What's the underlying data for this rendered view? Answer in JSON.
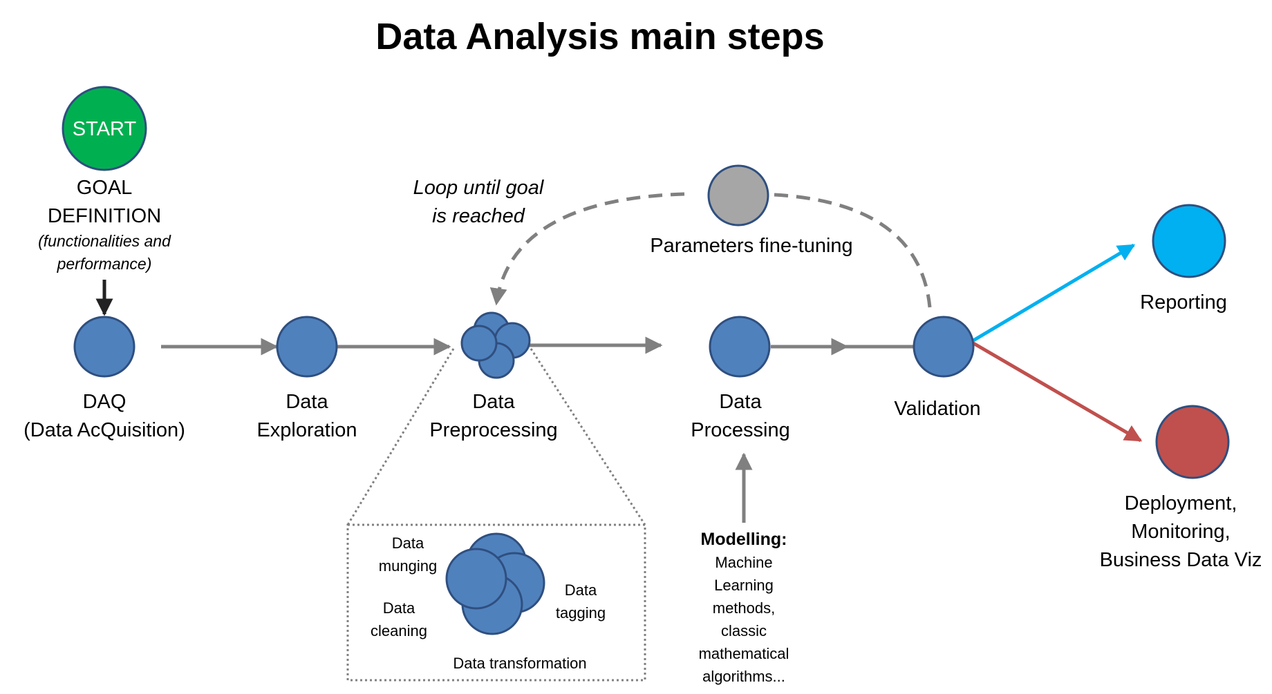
{
  "title": "Data Analysis main steps",
  "start": {
    "label": "START",
    "color": "#00B050"
  },
  "goal": {
    "line1": "GOAL",
    "line2": "DEFINITION",
    "sub1": "(functionalities and",
    "sub2": "performance)"
  },
  "steps": [
    {
      "line1": "DAQ",
      "line2": "(Data AcQuisition)"
    },
    {
      "line1": "Data",
      "line2": "Exploration"
    },
    {
      "line1": "Data",
      "line2": "Preprocessing"
    },
    {
      "line1": "Data",
      "line2": "Processing"
    },
    {
      "line1": "Validation"
    }
  ],
  "loop": {
    "line1": "Loop until goal",
    "line2": "is reached",
    "node_label": "Parameters fine-tuning"
  },
  "preprocessing_detail": {
    "munging": [
      "Data",
      "munging"
    ],
    "cleaning": [
      "Data",
      "cleaning"
    ],
    "tagging": [
      "Data",
      "tagging"
    ],
    "transformation": "Data transformation"
  },
  "modelling": {
    "heading": "Modelling:",
    "lines": [
      "Machine",
      "Learning",
      "methods,",
      "classic",
      "mathematical",
      "algorithms..."
    ]
  },
  "outcomes": {
    "reporting": "Reporting",
    "deployment": [
      "Deployment,",
      "Monitoring,",
      "Business Data Viz"
    ]
  },
  "colors": {
    "node": "#4F81BD",
    "node_stroke": "#2F4F7F",
    "gray_node": "#A6A6A6",
    "flow": "#808080",
    "reporting": "#00B0F0",
    "deployment": "#C0504D"
  }
}
